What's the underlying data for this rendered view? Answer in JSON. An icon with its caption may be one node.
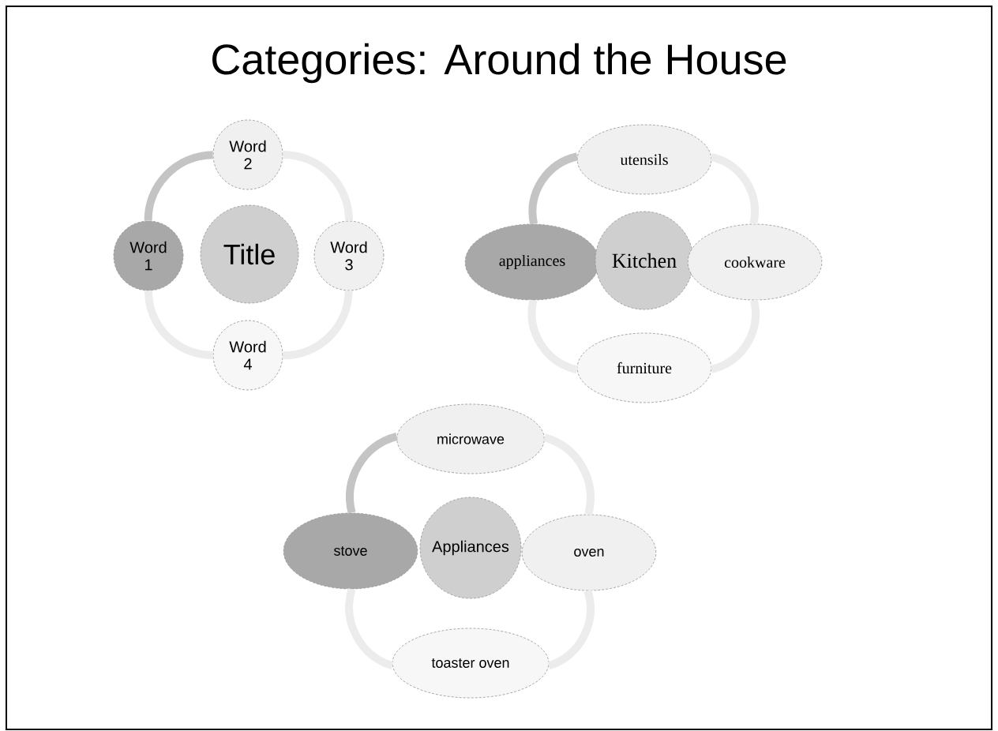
{
  "diagram": {
    "title": "Categories: Around the House",
    "nodes": [
      {
        "text": [
          "Word 2"
        ]
      },
      {
        "text": [
          "Word 1"
        ]
      },
      {
        "text": [
          "Title"
        ]
      },
      {
        "text": [
          "Word 3"
        ]
      },
      {
        "text": [
          "Word 4"
        ]
      },
      {
        "text": [
          "utensils"
        ]
      },
      {
        "text": [
          "appliances"
        ]
      },
      {
        "text": [
          "Kitchen"
        ]
      },
      {
        "text": [
          "cookware"
        ]
      },
      {
        "text": [
          "furniture"
        ]
      },
      {
        "text": [
          "microwave"
        ]
      },
      {
        "text": [
          "stove"
        ]
      },
      {
        "text": [
          "Appliances"
        ]
      },
      {
        "text": [
          "oven"
        ]
      },
      {
        "text": [
          "toaster oven"
        ]
      }
    ],
    "edges": [
      {
        "from": 0,
        "to": 3,
        "arrow": "none"
      },
      {
        "from": 3,
        "to": 4,
        "arrow": "none"
      },
      {
        "from": 4,
        "to": 1,
        "arrow": "none"
      },
      {
        "from": 1,
        "to": 0,
        "arrow": "none",
        "color": "#c4c4c4"
      },
      {
        "from": 5,
        "to": 8,
        "arrow": "none"
      },
      {
        "from": 8,
        "to": 9,
        "arrow": "none"
      },
      {
        "from": 9,
        "to": 6,
        "arrow": "none"
      },
      {
        "from": 6,
        "to": 5,
        "arrow": "none",
        "color": "#c4c4c4"
      },
      {
        "from": 10,
        "to": 13,
        "arrow": "none"
      },
      {
        "from": 13,
        "to": 14,
        "arrow": "none"
      },
      {
        "from": 14,
        "to": 11,
        "arrow": "none"
      },
      {
        "from": 11,
        "to": 10,
        "arrow": "none",
        "color": "#c4c4c4"
      }
    ]
  }
}
